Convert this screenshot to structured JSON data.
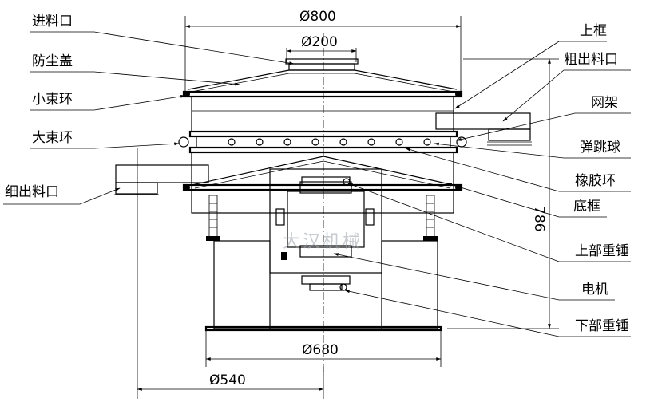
{
  "labels_left": {
    "feed_inlet": "进料口",
    "dust_cover": "防尘盖",
    "small_clamp": "小束环",
    "large_clamp": "大束环",
    "fine_outlet": "细出料口"
  },
  "labels_right": {
    "upper_frame": "上框",
    "coarse_outlet": "粗出料口",
    "screen_frame": "网架",
    "bounce_ball": "弹跳球",
    "rubber_ring": "橡胶环",
    "bottom_frame": "底框",
    "upper_weight": "上部重锤",
    "motor": "电机",
    "lower_weight": "下部重锤"
  },
  "dimensions": {
    "overall_diameter": "Ø800",
    "inlet_diameter": "Ø200",
    "base_diameter": "Ø680",
    "half_width": "Ø540",
    "height": "786"
  },
  "watermark": "大汉机械"
}
